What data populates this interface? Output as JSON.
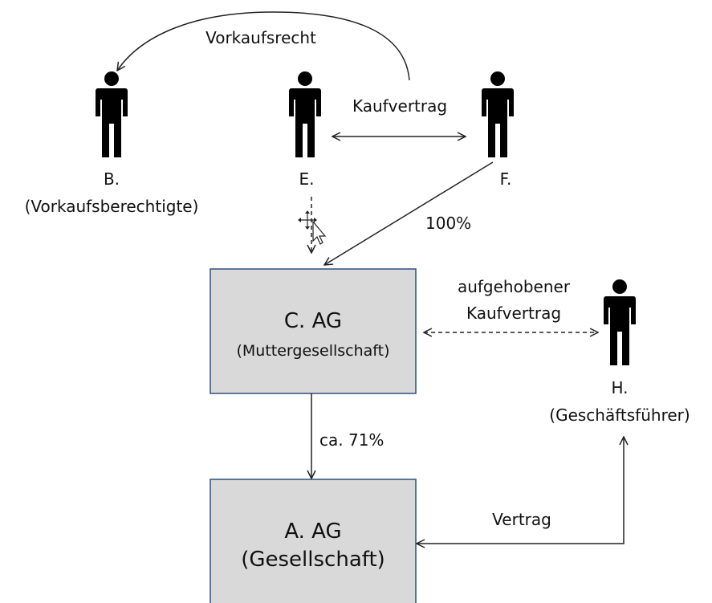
{
  "people": {
    "b": {
      "name": "B.",
      "role": "(Vorkaufsberechtigte)"
    },
    "e": {
      "name": "E."
    },
    "f": {
      "name": "F."
    },
    "h": {
      "name": "H.",
      "role": "(Geschäftsführer)"
    }
  },
  "entities": {
    "c_ag": {
      "name": "C. AG",
      "role": "(Muttergesellschaft)"
    },
    "a_ag": {
      "name": "A. AG",
      "role": "(Gesellschaft)"
    }
  },
  "relations": {
    "vorkaufsrecht": "Vorkaufsrecht",
    "kaufvertrag": "Kaufvertrag",
    "share_f_c": "100%",
    "aufgehoben_line1": "aufgehobener",
    "aufgehoben_line2": "Kaufvertrag",
    "share_c_a": "ca. 71%",
    "vertrag": "Vertrag"
  },
  "icons": {
    "person": "person-icon",
    "move_cursor": "move-cursor-icon"
  },
  "colors": {
    "box_fill": "#d9d9d9",
    "box_border": "#2f4f7f"
  }
}
